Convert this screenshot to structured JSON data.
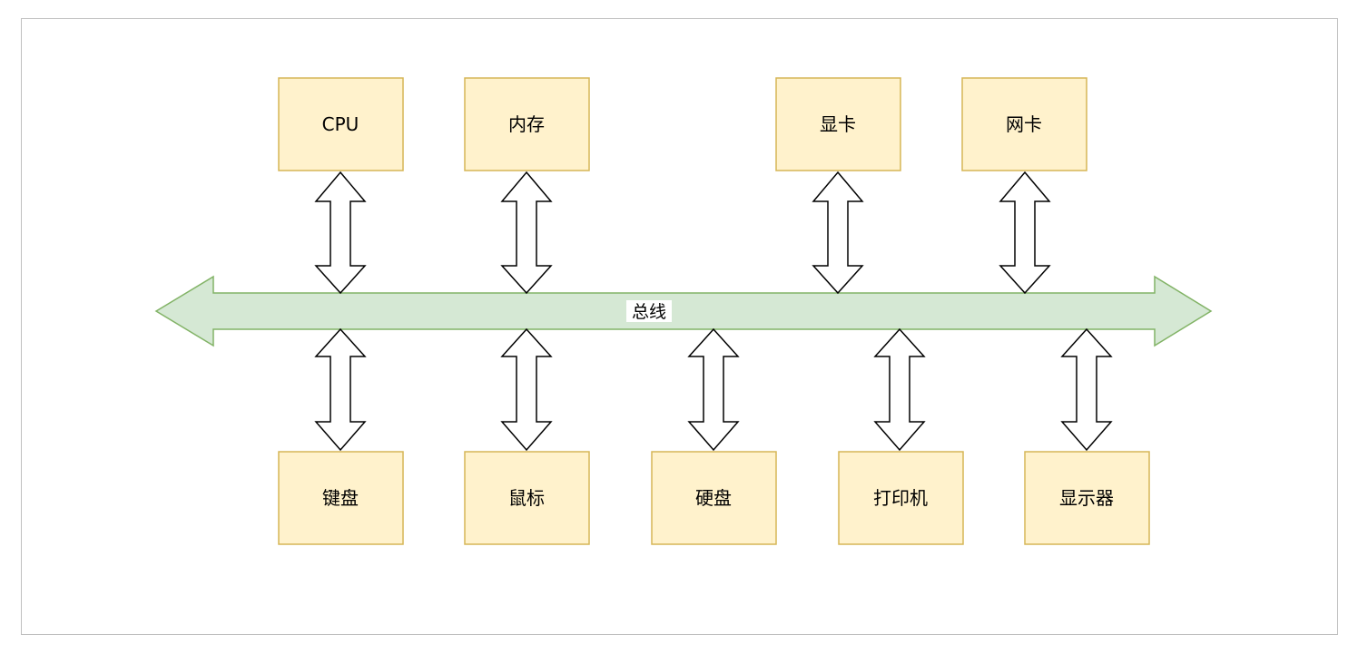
{
  "bus": {
    "label": "总线"
  },
  "top_components": [
    {
      "key": "cpu",
      "label": "CPU"
    },
    {
      "key": "memory",
      "label": "内存"
    },
    {
      "key": "graphics-card",
      "label": "显卡"
    },
    {
      "key": "network-card",
      "label": "网卡"
    }
  ],
  "bottom_components": [
    {
      "key": "keyboard",
      "label": "键盘"
    },
    {
      "key": "mouse",
      "label": "鼠标"
    },
    {
      "key": "hard-disk",
      "label": "硬盘"
    },
    {
      "key": "printer",
      "label": "打印机"
    },
    {
      "key": "monitor",
      "label": "显示器"
    }
  ],
  "colors": {
    "component_fill": "#fff2cc",
    "component_stroke": "#d6b656",
    "bus_fill": "#d5e8d4",
    "bus_stroke": "#82b366"
  }
}
